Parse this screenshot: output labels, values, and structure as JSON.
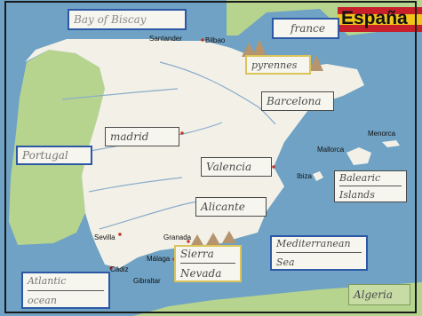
{
  "title": "España",
  "printed_places": {
    "santander": "Santander",
    "bilbao": "Bilbao",
    "mallorca": "Mallorca",
    "menorca": "Menorca",
    "ibiza": "Ibiza",
    "sevilla": "Sevilla",
    "granada": "Granada",
    "malaga": "Málaga",
    "cadiz": "Cádiz",
    "gibraltar": "Gibraltar"
  },
  "handwritten_labels": {
    "bay_of_biscay": "Bay of Biscay",
    "france": "france",
    "pyrenees": "pyrennes",
    "barcelona": "Barcelona",
    "madrid": "madrid",
    "portugal": "Portugal",
    "valencia": "Valencia",
    "balearic_1": "Balearic",
    "balearic_2": "Islands",
    "alicante": "Alicante",
    "mediterranean_1": "Mediterranean",
    "mediterranean_2": "Sea",
    "sierra_1": "Sierra",
    "sierra_2": "Nevada",
    "atlantic_1": "Atlantic",
    "atlantic_2": "ocean",
    "algeria": "Algeria"
  },
  "colors": {
    "sea": "#6fa2c4",
    "spain_land": "#f3f1e7",
    "neighbour_land": "#b7d48f",
    "mountains": "#b5946e",
    "flag_red": "#c8202b",
    "flag_yellow": "#f0c419"
  }
}
